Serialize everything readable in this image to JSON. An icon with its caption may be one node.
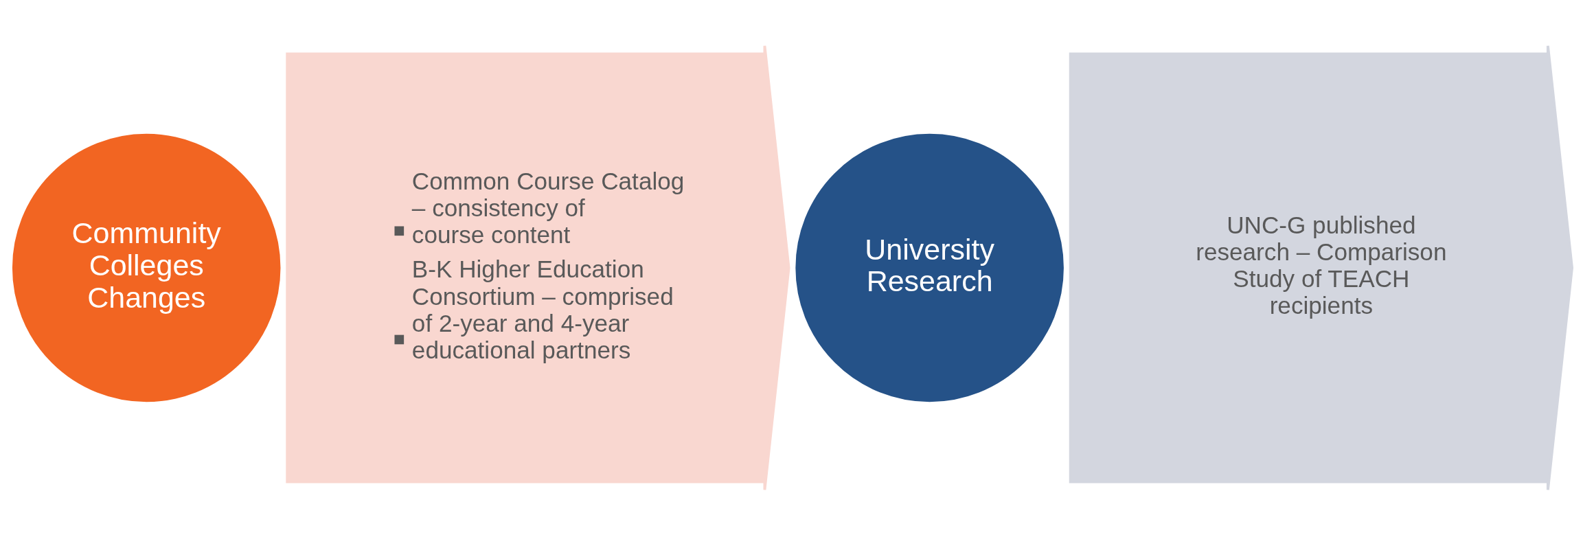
{
  "diagram": {
    "nodes": [
      {
        "text": [
          "Community Colleges Changes"
        ]
      },
      {
        "text": [
          "Common Course Catalog – consistency of course content",
          "B-K Higher Education Consortium – comprised of 2-year and 4-year educational partners"
        ]
      },
      {
        "text": [
          "University Research"
        ]
      },
      {
        "text": [
          "UNC-G published research – Comparison Study of TEACH recipients"
        ]
      }
    ]
  }
}
